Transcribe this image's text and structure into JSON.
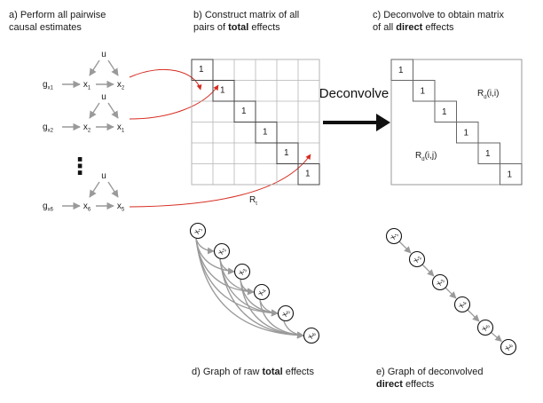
{
  "captions": {
    "a": [
      "a) Perform all pairwise",
      "causal estimates"
    ],
    "b": {
      "line1": "b) Construct matrix of all",
      "line2_pre": "pairs of ",
      "line2_bold": "total",
      "line2_post": " effects"
    },
    "c": {
      "line1": "c) Deconvolve to obtain matrix",
      "line2_pre": "of all ",
      "line2_bold": "direct",
      "line2_post": " effects"
    },
    "d": {
      "pre": "d) Graph of raw ",
      "bold": "total",
      "post": " effects"
    },
    "e": {
      "line1": "e) Graph of deconvolved",
      "line2_bold": "direct",
      "line2_post": " effects"
    }
  },
  "deconvolve_label": "Deconvolve",
  "panel_a": {
    "confounder": "u",
    "ellipsis": "⋮",
    "motifs": [
      {
        "g": "g",
        "g_sub": "x1",
        "cause": "x",
        "cause_sub": "1",
        "effect": "x",
        "effect_sub": "2"
      },
      {
        "g": "g",
        "g_sub": "x2",
        "cause": "x",
        "cause_sub": "2",
        "effect": "x",
        "effect_sub": "1"
      },
      {
        "g": "g",
        "g_sub": "x6",
        "cause": "x",
        "cause_sub": "6",
        "effect": "x",
        "effect_sub": "5"
      }
    ]
  },
  "matrix_total": {
    "size": 6,
    "diagonal_value": "1",
    "label": "R",
    "label_sub": "t"
  },
  "matrix_direct": {
    "size": 6,
    "diagonal_value": "1",
    "upper_label": "R",
    "upper_label_sub": "d",
    "upper_label_idx": "(i,i)",
    "lower_label": "R",
    "lower_label_sub": "d",
    "lower_label_idx": "(i,j)"
  },
  "graph_total": {
    "node_count": 6,
    "node_label": "x",
    "node_subs": [
      "1",
      "2",
      "3",
      "4",
      "5",
      "6"
    ]
  },
  "graph_direct": {
    "node_count": 6,
    "node_label": "x",
    "node_subs": [
      "1",
      "2",
      "3",
      "4",
      "5",
      "6"
    ]
  },
  "colors": {
    "accent_arrow": "#d62a1f",
    "gray_arrow": "#9a9a9a",
    "black": "#111111",
    "grid": "#b5b5b5"
  }
}
